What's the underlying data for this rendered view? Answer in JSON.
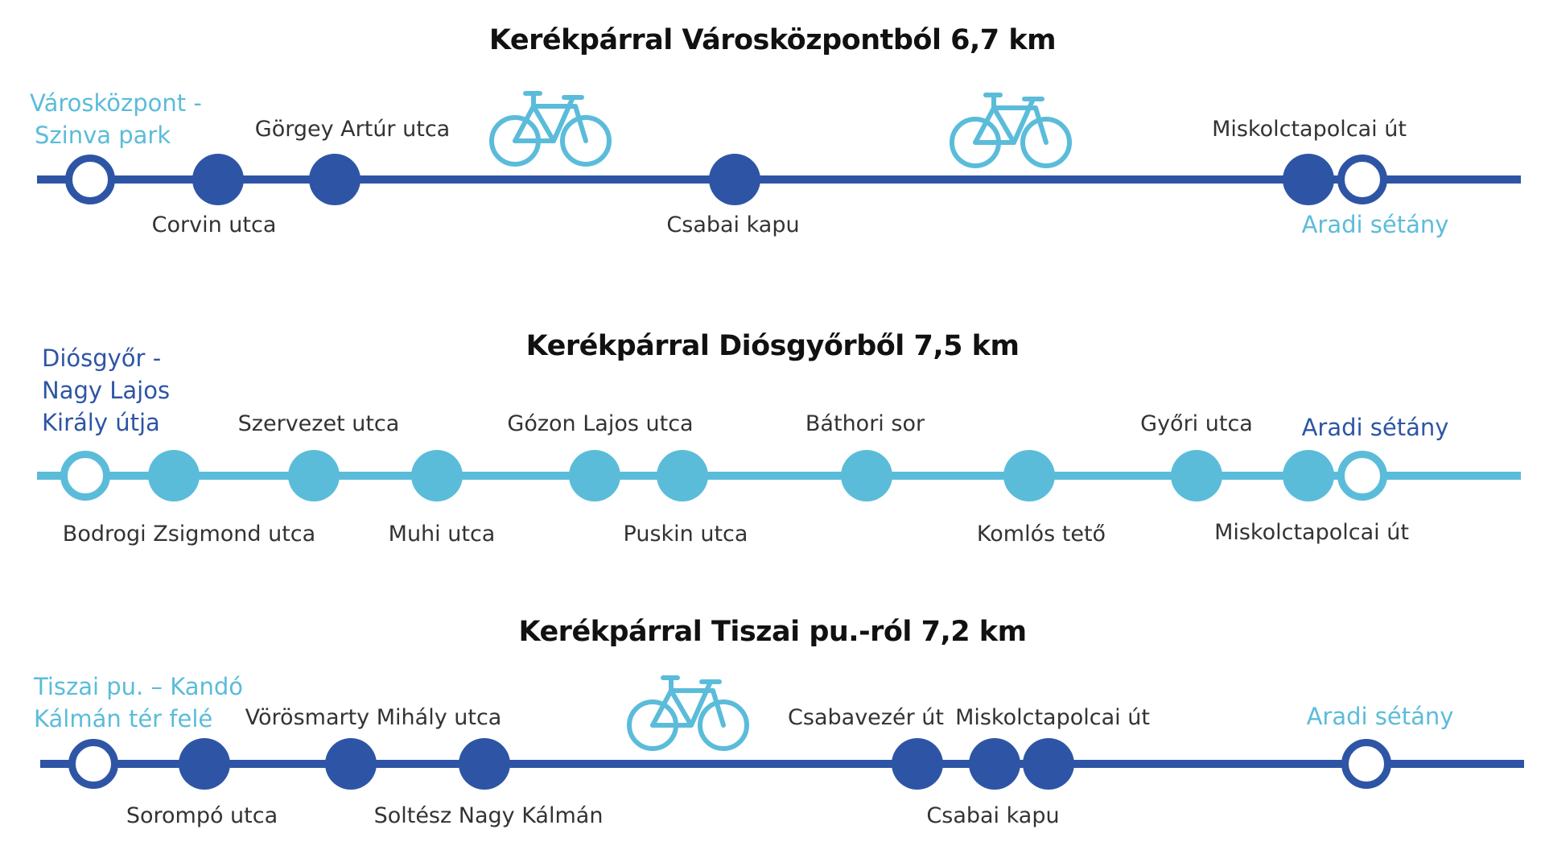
{
  "colors": {
    "dark_blue": "#2E55A5",
    "light_blue": "#5BBCDA",
    "text": "#333333",
    "title": "#111111"
  },
  "routes": [
    {
      "title": "Kerékpárral Városközpontból 6,7 km",
      "start": [
        "Városközpont -",
        "Szinva park"
      ],
      "stops": {
        "corvin": "Corvin utca",
        "gorgey": "Görgey Artúr utca",
        "csabai": "Csabai kapu",
        "miskolc": "Miskolctapolcai út"
      },
      "end": "Aradi sétány"
    },
    {
      "title": "Kerékpárral Diósgyőrből 7,5 km",
      "start": [
        "Diósgyőr -",
        "Nagy Lajos",
        "Király útja"
      ],
      "stops": {
        "bodrogi": "Bodrogi Zsigmond utca",
        "szervezet": "Szervezet utca",
        "muhi": "Muhi utca",
        "gozon": "Gózon Lajos utca",
        "puskin": "Puskin utca",
        "bathori": "Báthori sor",
        "komlos": "Komlós tető",
        "gyori": "Győri utca",
        "miskolc": "Miskolctapolcai út"
      },
      "end": "Aradi sétány"
    },
    {
      "title": "Kerékpárral Tiszai pu.-ról 7,2 km",
      "start": [
        "Tiszai pu. – Kandó",
        "Kálmán tér felé"
      ],
      "stops": {
        "sorompo": "Sorompó utca",
        "vorosmarty": "Vörösmarty Mihály utca",
        "soltesz": "Soltész Nagy Kálmán",
        "csabavezer": "Csabavezér út",
        "csabai": "Csabai kapu",
        "miskolc": "Miskolctapolcai út"
      },
      "end": "Aradi sétány"
    }
  ],
  "icons": {
    "bike": "bicycle-icon"
  }
}
